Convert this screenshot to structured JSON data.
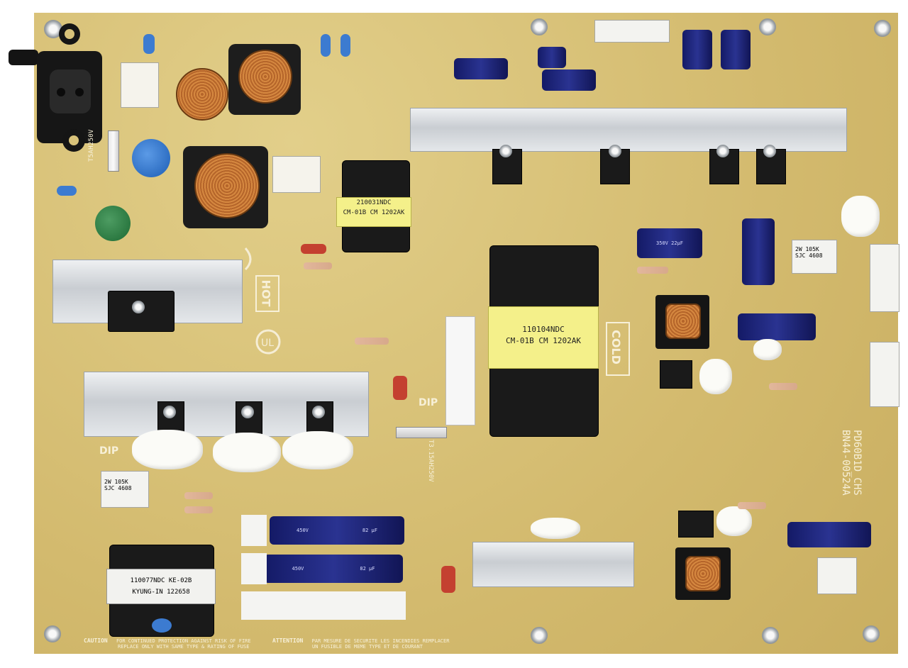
{
  "board": {
    "model_marking": "PD60B1D_CHS",
    "part_number": "BN44-00524A",
    "hot_label": "HOT",
    "cold_label": "COLD",
    "dip_label": "DIP",
    "caution_title": "CAUTION",
    "caution_text_1": "FOR CONTINUED PROTECTION AGAINST RISK OF FIRE",
    "caution_text_2": "REPLACE ONLY WITH SAME TYPE & RATING OF FUSE",
    "attention_title": "ATTENTION",
    "attention_text_1": "PAR MESURE DE SECURITE LES INCENDIES REMPLACER",
    "attention_text_2": "UN FUSIBLE DE MEME TYPE ET DE COURANT",
    "fuse_main": "T5AH250V",
    "fuse_secondary": "T3.15AH250V"
  },
  "transformers": {
    "main_label_1": "110104NDC",
    "main_label_2": "CM-01B CM 1202AK",
    "standby_label_1": "210031NDC",
    "standby_label_2": "CM-01B CM 1202AK",
    "bottom_label_1": "110077NDC KE-02B",
    "bottom_label_2": "KYUNG-IN 122658"
  },
  "capacitors": {
    "big_cap_voltage": "450V",
    "big_cap_value": "82 µF",
    "film_cap_1": "2W 105K",
    "film_cap_2": "SJC 4608",
    "mid_cap": "350V 22µF"
  },
  "icons": {
    "mains_socket": "ac-inlet-icon",
    "ul_mark": "ul-mark-icon",
    "samsung_logo": "samsung-logo-icon"
  }
}
